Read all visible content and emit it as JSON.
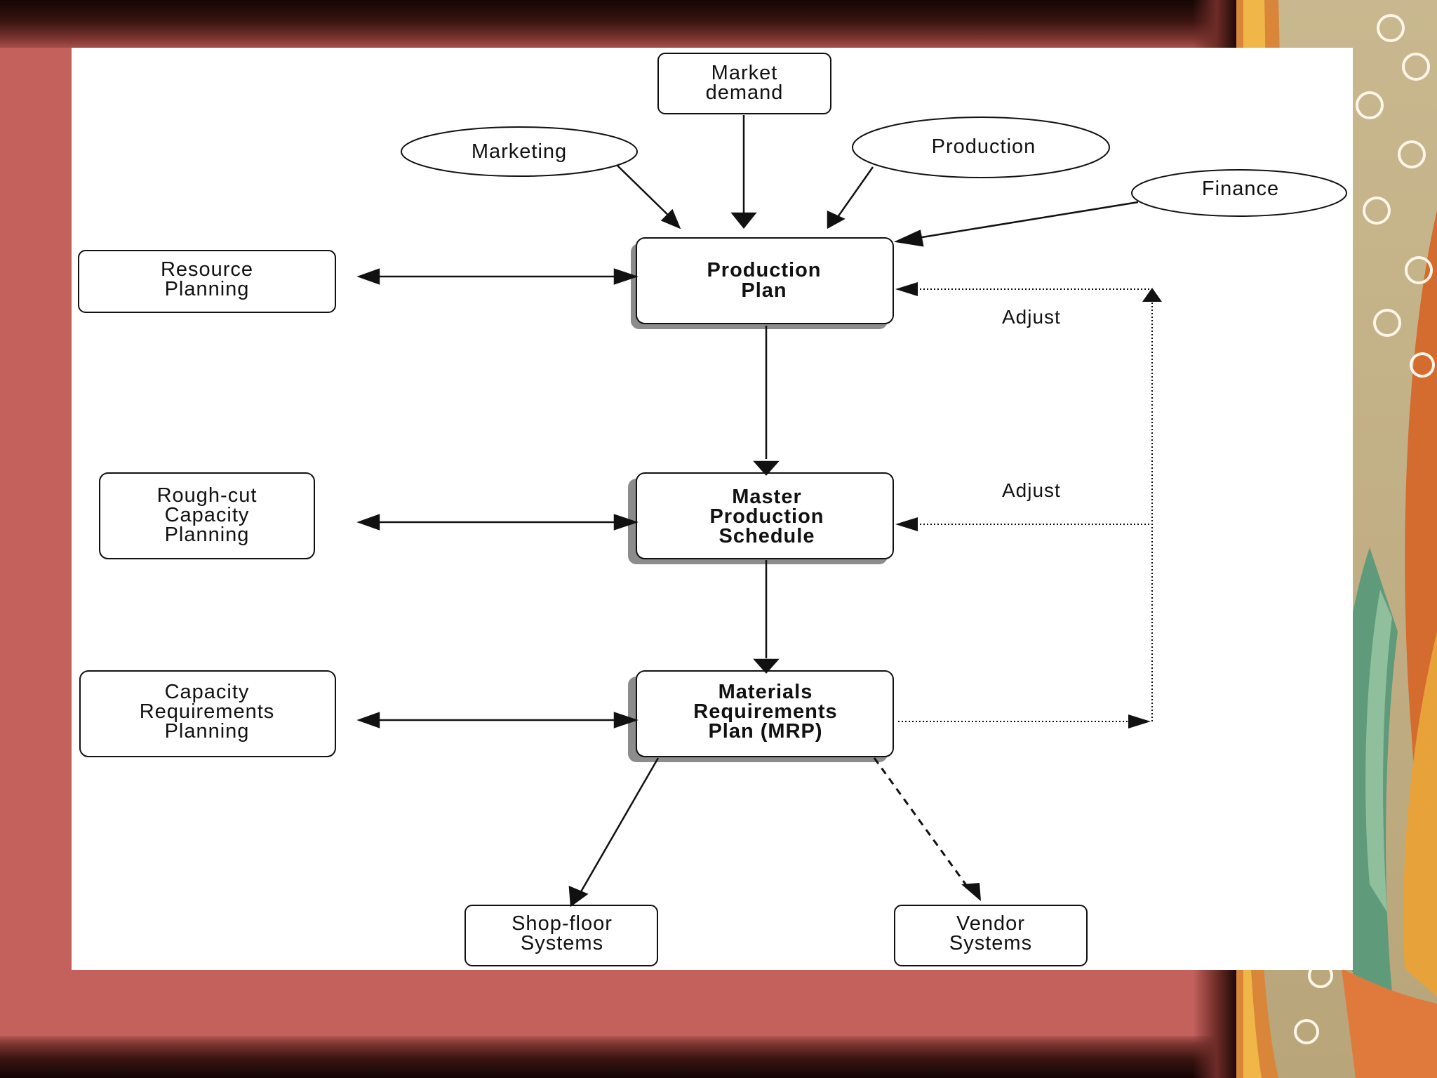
{
  "diagram": {
    "inputs": {
      "market_demand": [
        "Market",
        "demand"
      ],
      "marketing": "Marketing",
      "production": "Production",
      "finance": "Finance"
    },
    "core": {
      "production_plan": [
        "Production",
        "Plan"
      ],
      "master_production_schedule": [
        "Master",
        "Production",
        "Schedule"
      ],
      "mrp": [
        "Materials",
        "Requirements",
        "Plan (MRP)"
      ]
    },
    "capacity": {
      "resource_planning": [
        "Resource",
        "Planning"
      ],
      "rough_cut": [
        "Rough-cut",
        "Capacity",
        "Planning"
      ],
      "crp": [
        "Capacity",
        "Requirements",
        "Planning"
      ]
    },
    "outputs": {
      "shop_floor": [
        "Shop-floor",
        "Systems"
      ],
      "vendor": [
        "Vendor",
        "Systems"
      ]
    },
    "feedback": {
      "adjust_top": "Adjust",
      "adjust_middle": "Adjust"
    }
  },
  "colors": {
    "frame": "#c4615d",
    "slide": "#ffffff",
    "ink": "#111111",
    "shadow": "#8c8c8c"
  }
}
